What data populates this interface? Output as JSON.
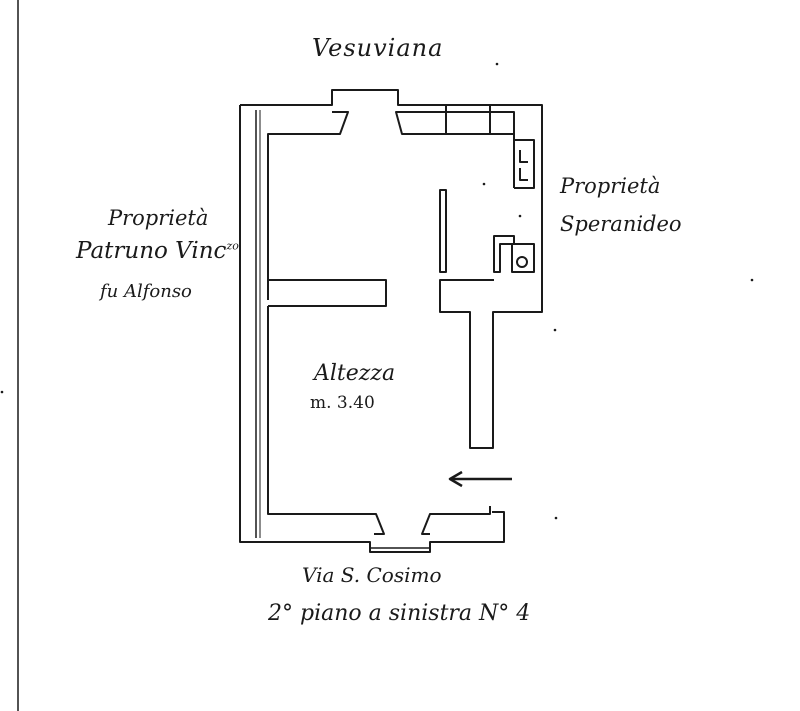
{
  "labels": {
    "top_street": "Vesuviana",
    "west_owner_line1": "Proprietà",
    "west_owner_line2": "Patruno Vinc",
    "west_owner_sup": "zo",
    "west_owner_line3": "fu Alfonso",
    "east_owner_line1": "Proprietà",
    "east_owner_line2": "Speranideo",
    "room_height_label": "Altezza",
    "room_height_value": "m. 3.40",
    "bottom_street": "Via S. Cosimo",
    "floor_caption": "2° piano a sinistra N° 4"
  },
  "colors": {
    "ink": "#1a1a1a",
    "paper": "#ffffff"
  },
  "icons": {
    "entrance_arrow": "left-arrow-icon",
    "toilet": "toilet-icon",
    "basin": "sink-icon"
  }
}
